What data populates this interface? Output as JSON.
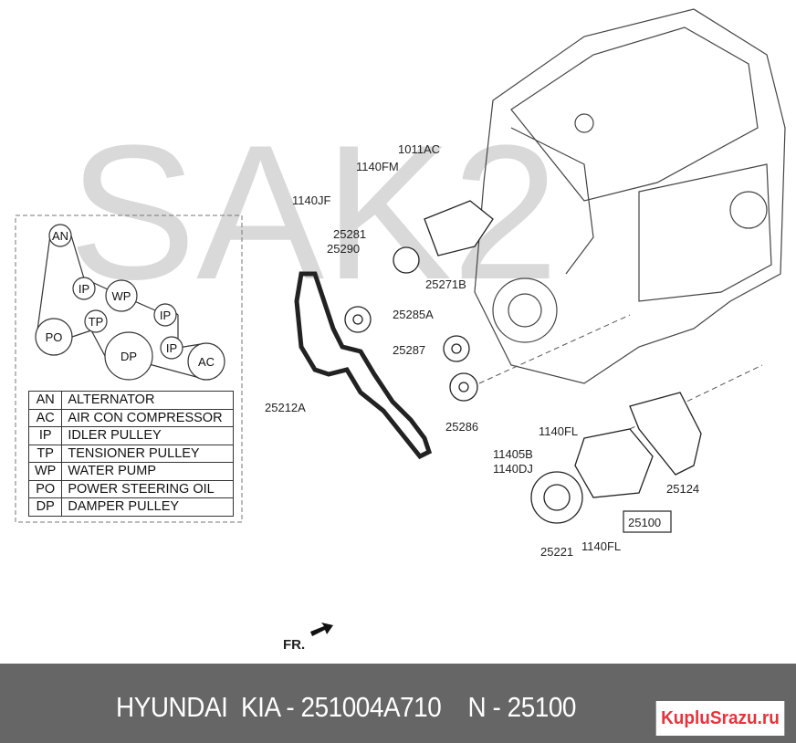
{
  "watermark": "SAK2",
  "belt_diagram": {
    "pulleys": [
      "AN",
      "IP",
      "WP",
      "IP",
      "TP",
      "PO",
      "DP",
      "IP",
      "AC"
    ],
    "legend": [
      {
        "code": "AN",
        "desc": "ALTERNATOR"
      },
      {
        "code": "AC",
        "desc": "AIR CON COMPRESSOR"
      },
      {
        "code": "IP",
        "desc": "IDLER PULLEY"
      },
      {
        "code": "TP",
        "desc": "TENSIONER PULLEY"
      },
      {
        "code": "WP",
        "desc": "WATER PUMP"
      },
      {
        "code": "PO",
        "desc": "POWER STEERING OIL"
      },
      {
        "code": "DP",
        "desc": "DAMPER PULLEY"
      }
    ]
  },
  "part_labels": [
    "1011AC",
    "1140FM",
    "1140JF",
    "25281",
    "25290",
    "25271B",
    "25285A",
    "25287",
    "25212A",
    "25286",
    "1140FL",
    "11405B",
    "1140DJ",
    "25124",
    "25100",
    "25221",
    "1140FL"
  ],
  "direction_label": "FR.",
  "footer": {
    "text": "HYUNDAI  KIA - 251004A710    N - 25100",
    "logo": "KupluSrazu.ru"
  }
}
